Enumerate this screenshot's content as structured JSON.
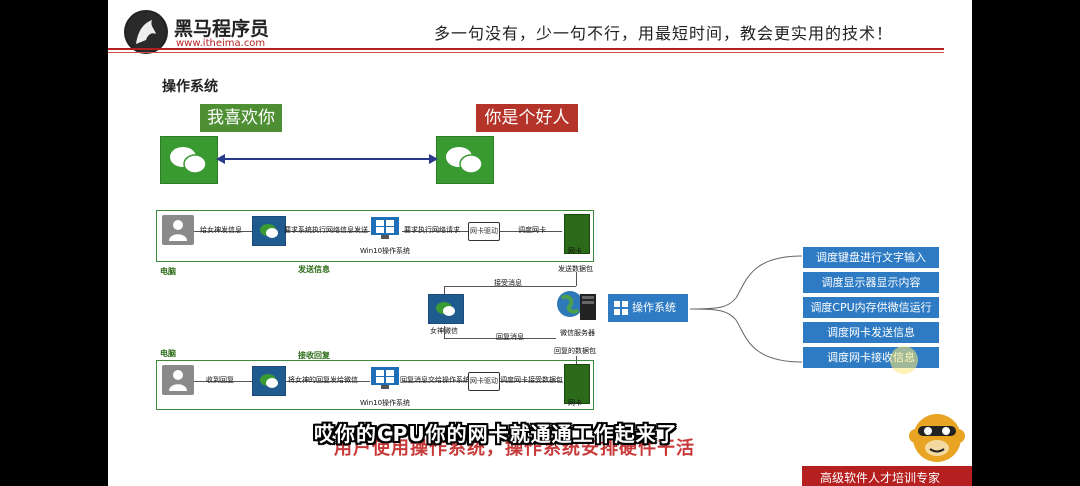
{
  "header": {
    "logo_cn": "黑马程序员",
    "logo_url": "www.itheima.com",
    "slogan": "多一句没有，少一句不行，用最短时间，教会更实用的技术！"
  },
  "section_title": "操作系统",
  "chat": {
    "left_bubble": "我喜欢你",
    "right_bubble": "你是个好人"
  },
  "top_flow": {
    "step1": "给女神发信息",
    "step2": "要求系统执行网络信息发送",
    "step3": "要求执行网络请求",
    "nic_label": "网卡驱动",
    "step4": "调度网卡",
    "win_label": "Win10操作系统",
    "card_label": "网卡",
    "computer_label": "电脑",
    "send_label": "发送信息",
    "send_packet": "发送数据包"
  },
  "middle_flow": {
    "receive_msg": "接受消息",
    "reply_msg": "回复消息",
    "goddess_wechat": "女神微信",
    "server_label": "微信服务器",
    "reply_packet": "回复的数据包",
    "os_box": "操作系统"
  },
  "bottom_flow": {
    "computer_label": "电脑",
    "receive_label": "接收回复",
    "step1": "收到回复",
    "step2": "将女神的回复发给微信",
    "step3": "回复消息交给操作系统",
    "nic_label": "网卡驱动",
    "step4": "调度网卡接受数据包",
    "win_label": "Win10操作系统",
    "card_label": "网卡"
  },
  "os_functions": [
    "调度键盘进行文字输入",
    "调度显示器显示内容",
    "调度CPU内存供微信运行",
    "调度网卡发送信息",
    "调度网卡接收信息"
  ],
  "subtitles": {
    "line1": "哎你的CPU你的网卡就通通工作起来了",
    "line2": "用户使用操作系统，操作系统安排硬件干活"
  },
  "footer": {
    "tagline": "高级软件人才培训专家"
  },
  "colors": {
    "header_red": "#b51f1f",
    "wechat_green": "#3a9a32",
    "bubble_green": "#4e8f34",
    "bubble_red": "#b5342a",
    "box_blue": "#2e7bc4"
  }
}
